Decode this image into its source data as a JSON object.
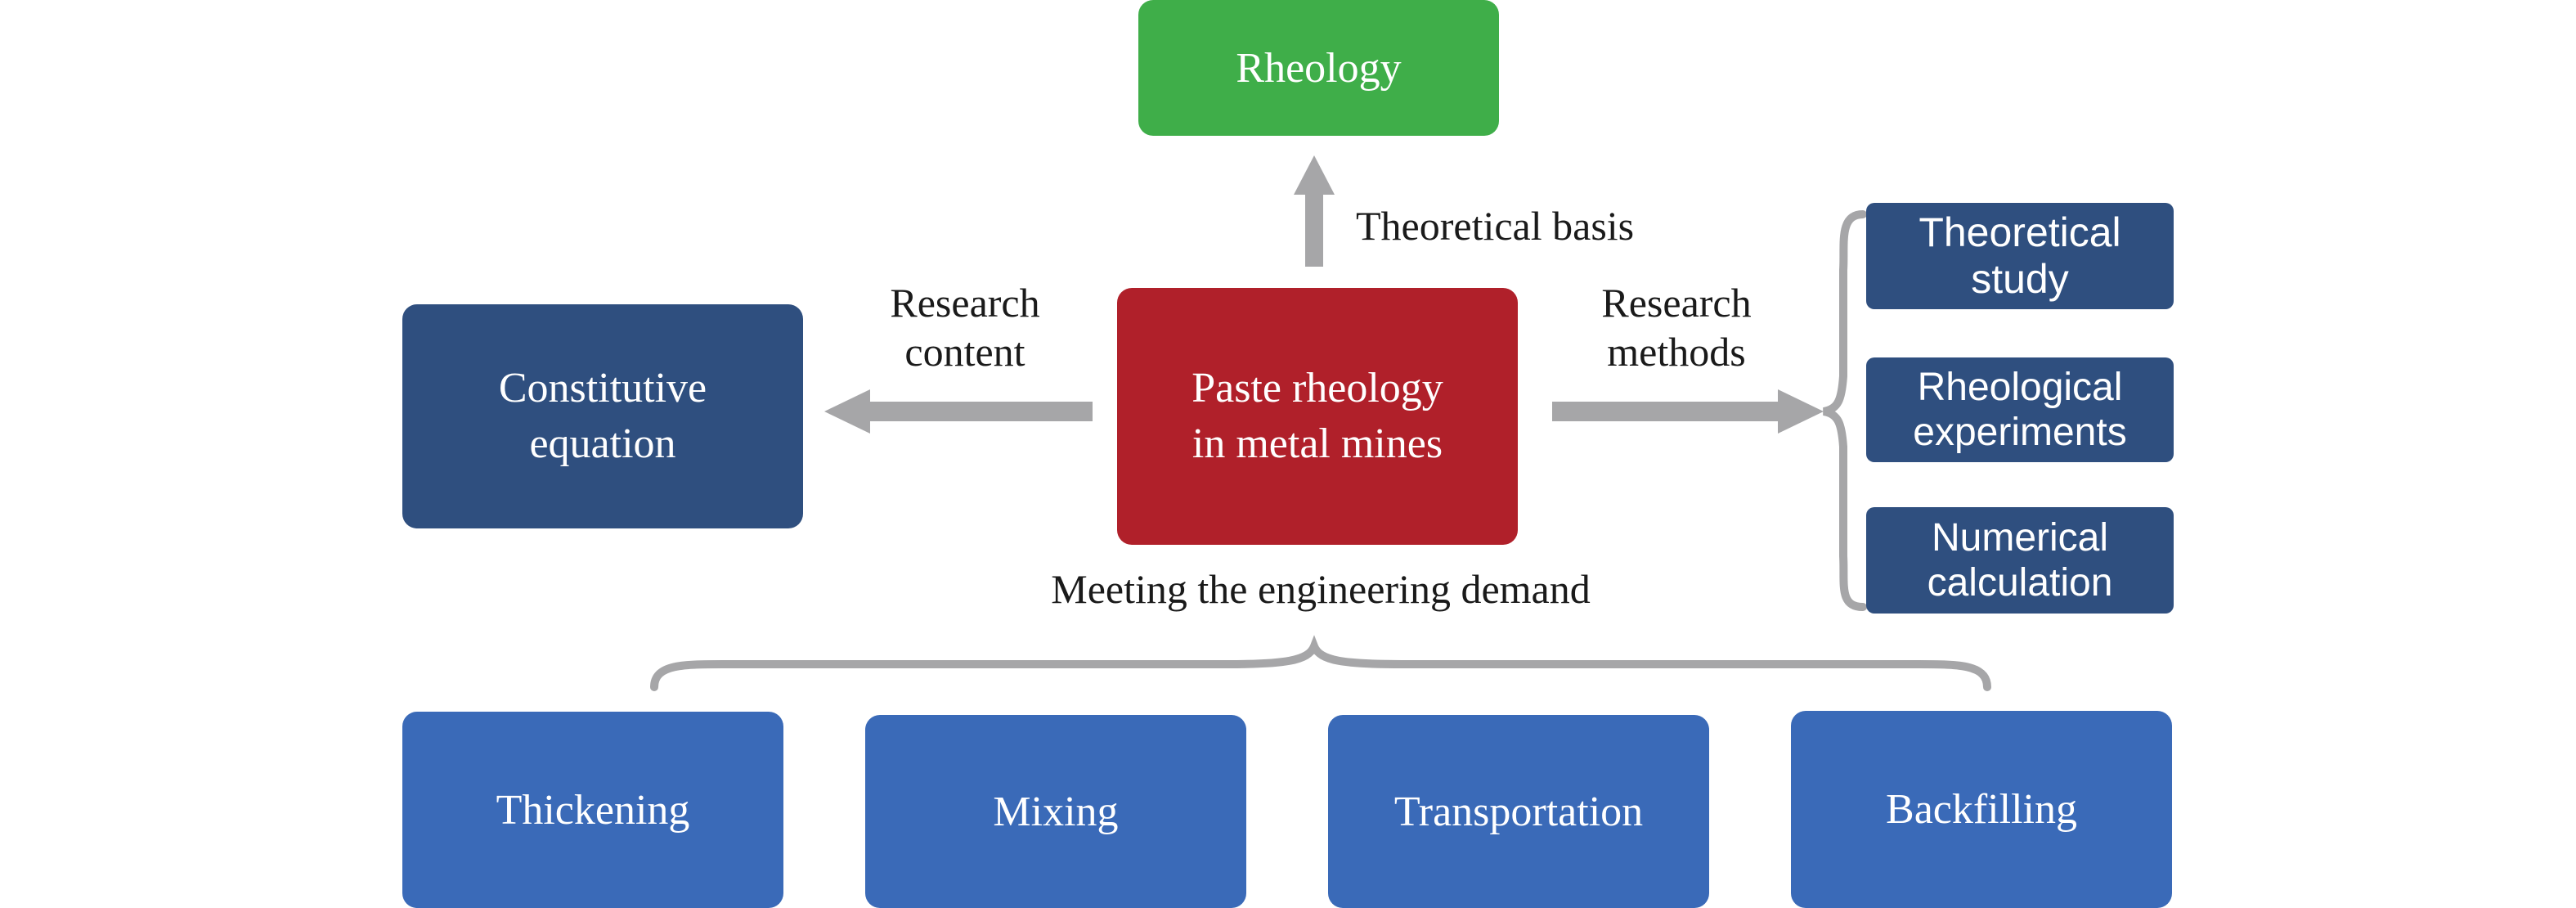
{
  "nodes": {
    "rheology": {
      "label": "Rheology",
      "color": "#3fae49"
    },
    "paste_rheology": {
      "label": "Paste rheology\nin metal mines",
      "color": "#b0202a"
    },
    "constitutive_equation": {
      "label": "Constitutive\nequation",
      "color": "#2f4f7f"
    },
    "theoretical_study": {
      "label": "Theoretical\nstudy",
      "color": "#2f4f7f"
    },
    "rheological_experiments": {
      "label": "Rheological\nexperiments",
      "color": "#2f4f7f"
    },
    "numerical_calculation": {
      "label": "Numerical\ncalculation",
      "color": "#2f4f7f"
    },
    "thickening": {
      "label": "Thickening",
      "color": "#3a6ab8"
    },
    "mixing": {
      "label": "Mixing",
      "color": "#3a6ab8"
    },
    "transportation": {
      "label": "Transportation",
      "color": "#3a6ab8"
    },
    "backfilling": {
      "label": "Backfilling",
      "color": "#3a6ab8"
    }
  },
  "edges": [
    {
      "from": "paste_rheology",
      "to": "rheology",
      "label": "Theoretical basis"
    },
    {
      "from": "paste_rheology",
      "to": "constitutive_equation",
      "label": "Research\ncontent"
    },
    {
      "from": "paste_rheology",
      "to": "methods_group",
      "label": "Research\nmethods"
    },
    {
      "from": "paste_rheology",
      "to": "engineering_group",
      "label": "Meeting the engineering demand"
    }
  ],
  "groups": {
    "methods_group": [
      "theoretical_study",
      "rheological_experiments",
      "numerical_calculation"
    ],
    "engineering_group": [
      "thickening",
      "mixing",
      "transportation",
      "backfilling"
    ]
  },
  "colors": {
    "connector": "#a6a6a8",
    "text_dark": "#1a1a1a"
  }
}
